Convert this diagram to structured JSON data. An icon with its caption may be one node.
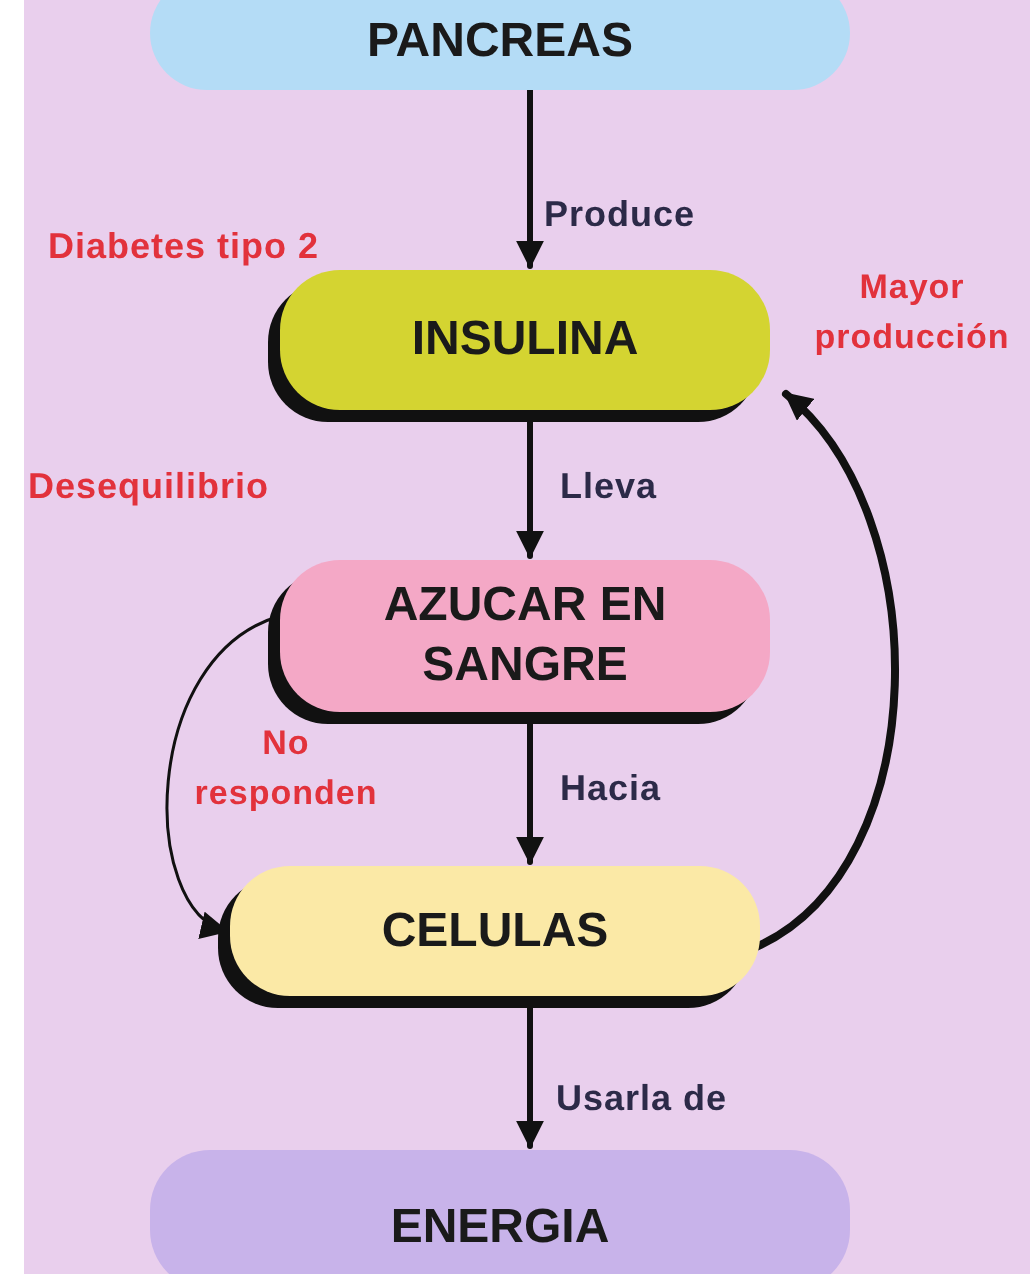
{
  "diagram": {
    "nodes": [
      {
        "text": [
          "PANCREAS"
        ]
      },
      {
        "text": [
          "INSULINA"
        ]
      },
      {
        "text": [
          "AZUCAR EN SANGRE"
        ]
      },
      {
        "text": [
          "CELULAS"
        ]
      },
      {
        "text": [
          "ENERGIA"
        ]
      }
    ],
    "edges": [
      {
        "from": 0,
        "to": 1,
        "arrow": "to",
        "label": "Produce"
      },
      {
        "from": 1,
        "to": 2,
        "arrow": "to",
        "label": "Lleva"
      },
      {
        "from": 2,
        "to": 3,
        "arrow": "to",
        "label": "Hacia"
      },
      {
        "from": 3,
        "to": 4,
        "arrow": "to",
        "label": "Usarla de"
      },
      {
        "from": 3,
        "to": 1,
        "arrow": "to",
        "label": "Mayor producción"
      },
      {
        "from": 2,
        "to": 3,
        "arrow": "to",
        "label": "No responden"
      }
    ],
    "labels": [
      "Diabetes tipo 2",
      "Desequilibrio"
    ]
  }
}
